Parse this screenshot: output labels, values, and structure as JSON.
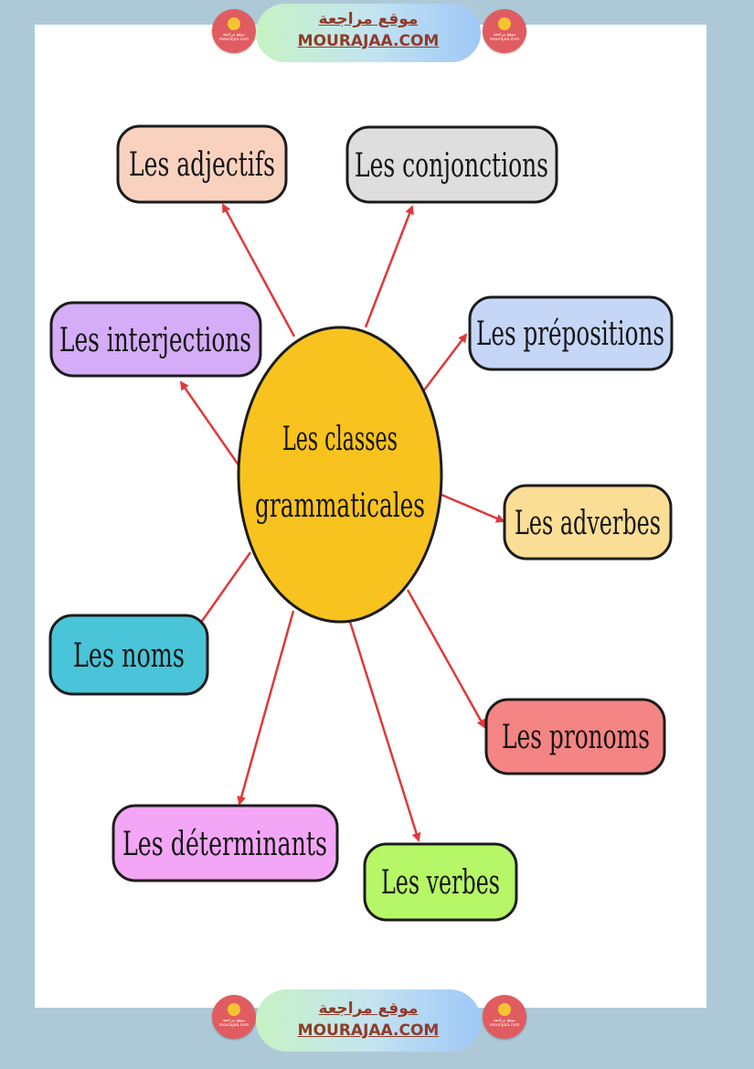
{
  "watermark": {
    "arabic": "موقع مراجعة",
    "site": "MOURAJAA.COM",
    "logo_caption": "موقع مراجعة mourajaa.com",
    "colors": {
      "pill_text": "#8f3b2a",
      "logo": "#e05c60"
    }
  },
  "diagram": {
    "center": {
      "line1": "Les classes",
      "line2": "grammaticales",
      "color": "#f8c31e"
    },
    "arrow_color": "#e0383a",
    "nodes": [
      {
        "label": "Les adjectifs",
        "color": "#f9d2bf"
      },
      {
        "label": "Les conjonctions",
        "color": "#dedede"
      },
      {
        "label": "Les interjections",
        "color": "#d4acf7"
      },
      {
        "label": "Les prépositions",
        "color": "#c5d6f7"
      },
      {
        "label": "Les adverbes",
        "color": "#fbde95"
      },
      {
        "label": "Les noms",
        "color": "#4ac4d8"
      },
      {
        "label": "Les pronoms",
        "color": "#f48584"
      },
      {
        "label": "Les déterminants",
        "color": "#f3a6f5"
      },
      {
        "label": "Les verbes",
        "color": "#b5f766"
      }
    ]
  }
}
